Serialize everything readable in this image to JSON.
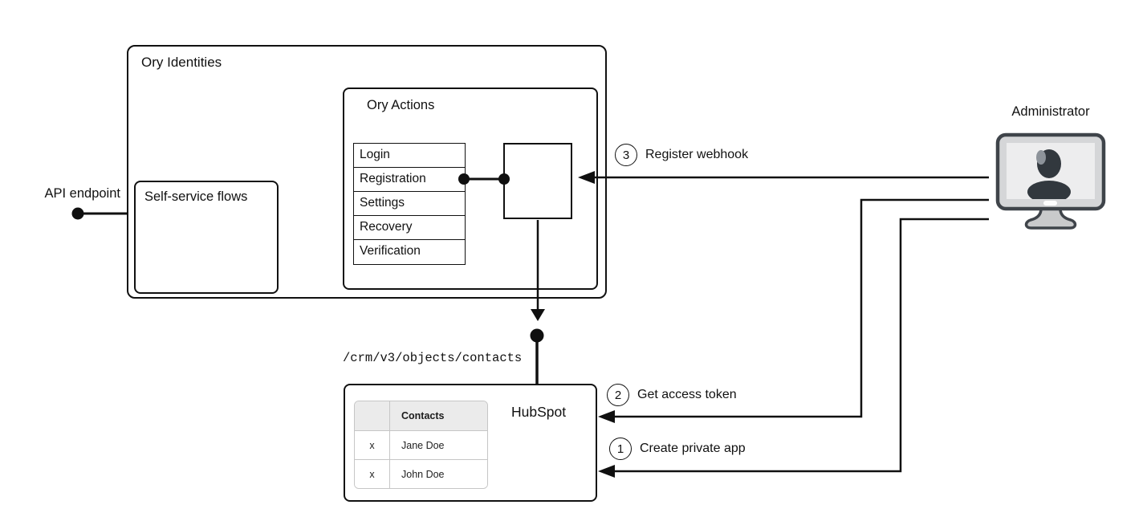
{
  "diagram": {
    "api_endpoint": {
      "label": "API endpoint"
    },
    "ory_identities": {
      "title": "Ory Identities"
    },
    "self_service": {
      "title": "Self-service flows"
    },
    "ory_actions": {
      "title": "Ory Actions",
      "flows": [
        "Login",
        "Registration",
        "Settings",
        "Recovery",
        "Verification"
      ]
    },
    "steps": {
      "register_webhook": {
        "number": "3",
        "label": "Register webhook"
      },
      "get_access_token": {
        "number": "2",
        "label": "Get access token"
      },
      "create_private_app": {
        "number": "1",
        "label": "Create private app"
      }
    },
    "endpoint_path": "/crm/v3/objects/contacts",
    "hubspot": {
      "title": "HubSpot",
      "table": {
        "headers": [
          "",
          "Contacts"
        ],
        "rows": [
          [
            "x",
            "Jane Doe"
          ],
          [
            "x",
            "John Doe"
          ]
        ]
      }
    },
    "administrator": {
      "label": "Administrator"
    }
  },
  "colors": {
    "line_color": "#101010",
    "box_border": "#111111",
    "table_border": "#c6c6c6",
    "table_header_bg": "#ebebeb",
    "monitor_frame": "#d5d6d8",
    "monitor_outline": "#3f444a",
    "monitor_screen": "#ededee",
    "monitor_person": "#32383e",
    "monitor_person_highlight": "#8d939a",
    "monitor_stand": "#c9cacb"
  }
}
